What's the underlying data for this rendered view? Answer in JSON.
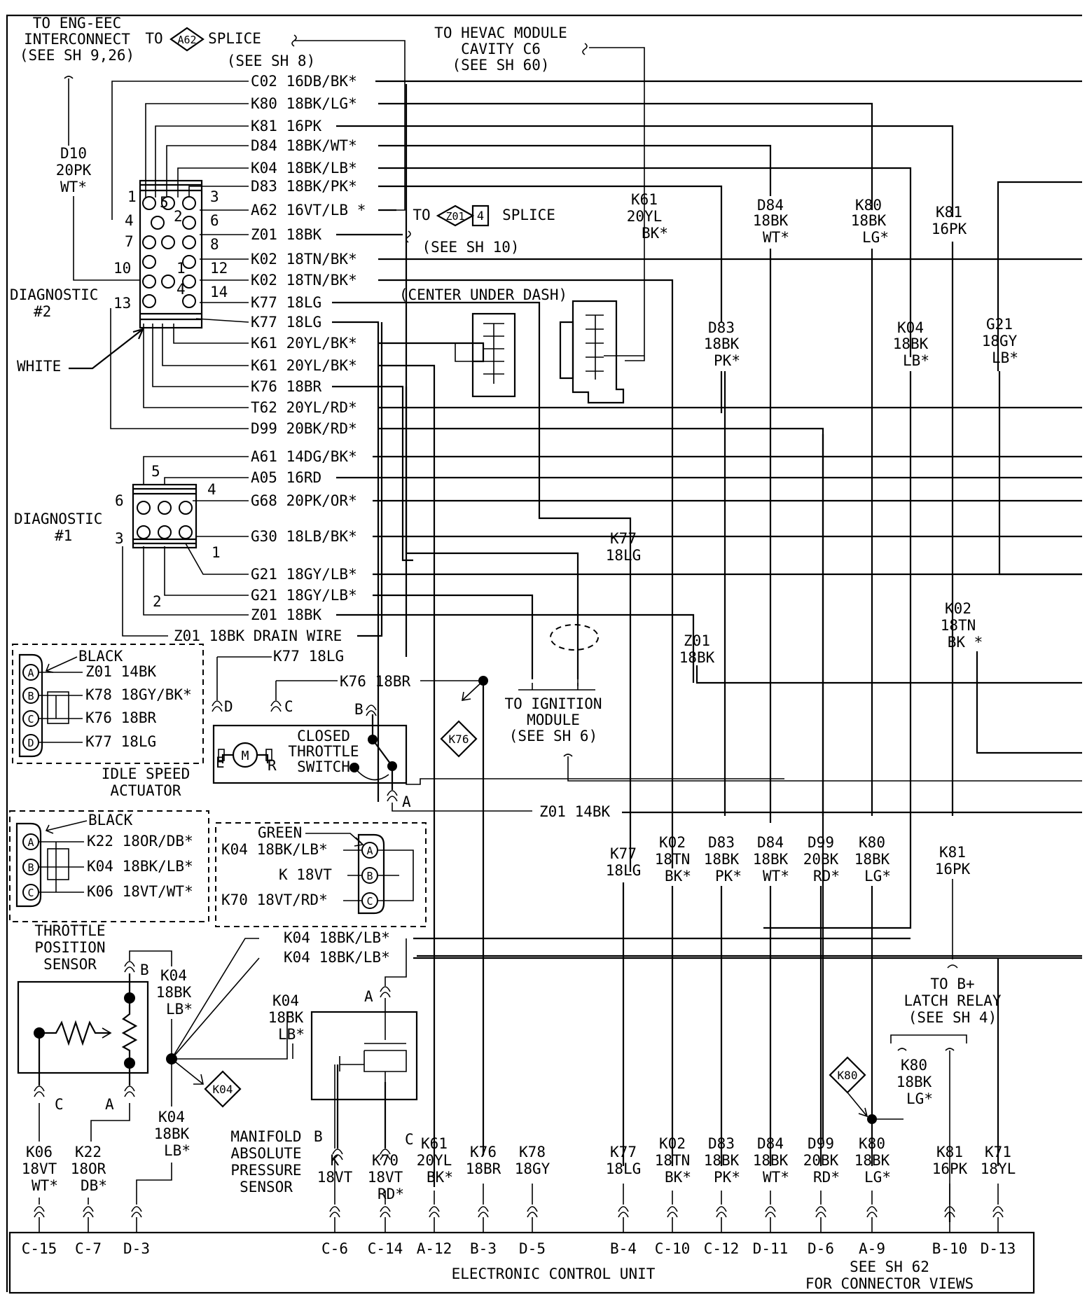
{
  "diagram": {
    "callouts": {
      "eng_eec": [
        "TO ENG-EEC",
        "INTERCONNECT",
        "(SEE SH 9,26)"
      ],
      "a62_to": "TO",
      "a62_id": "A62",
      "a62_splice": "SPLICE",
      "a62_see": "(SEE SH 8)",
      "hevac": [
        "TO HEVAC MODULE",
        "CAVITY C6",
        "(SEE SH 60)"
      ],
      "z01_to": "TO",
      "z01_id": "Z01",
      "z01_num": "4",
      "z01_splice": "SPLICE",
      "z01_see": "(SEE SH 10)",
      "center_dash": "(CENTER UNDER DASH)",
      "ignition": [
        "TO IGNITION",
        "MODULE",
        "(SEE SH 6)"
      ],
      "latch": [
        "TO B+",
        "LATCH RELAY",
        "(SEE SH 4)"
      ]
    },
    "diag2": {
      "title": "DIAGNOSTIC",
      "num": "#2",
      "white": "WHITE",
      "pins": [
        "1",
        "2",
        "3",
        "4",
        "5",
        "6",
        "7",
        "8",
        "10",
        "1",
        "12",
        "13",
        "4",
        "14"
      ]
    },
    "diag1": {
      "title": "DIAGNOSTIC",
      "num": "#1",
      "pins": [
        "5",
        "4",
        "6",
        "3",
        "1",
        "2"
      ]
    },
    "d10_label": [
      "D10",
      "20PK",
      "WT*"
    ],
    "wires2": [
      "C02 16DB/BK*",
      "K80 18BK/LG*",
      "K81 16PK",
      "D84 18BK/WT*",
      "K04 18BK/LB*",
      "D83 18BK/PK*",
      "A62 16VT/LB *",
      "Z01 18BK",
      "K02 18TN/BK*",
      "K02 18TN/BK*",
      "K77 18LG",
      "K77 18LG",
      "K61 20YL/BK*",
      "K61 20YL/BK*",
      "K76 18BR",
      "T62 20YL/RD*",
      "D99 20BK/RD*"
    ],
    "wires1": [
      "A61 14DG/BK*",
      "A05 16RD",
      "G68 20PK/OR*",
      "G30 18LB/BK*",
      "G21 18GY/LB*",
      "G21 18GY/LB*",
      "Z01 18BK"
    ],
    "drain": "Z01 18BK DRAIN WIRE",
    "vlabels": [
      [
        "K61",
        "20YL",
        "BK*"
      ],
      [
        "D84",
        "18BK",
        "WT*"
      ],
      [
        "K80",
        "18BK",
        "LG*"
      ],
      [
        "K81",
        "16PK"
      ],
      [
        "D83",
        "18BK",
        "PK*"
      ],
      [
        "K04",
        "18BK",
        "LB*"
      ],
      [
        "G21",
        "18GY",
        "LB*"
      ],
      [
        "K77",
        "18LG"
      ],
      [
        "K02",
        "18TN",
        "BK *"
      ],
      [
        "Z01",
        "18BK"
      ]
    ],
    "isa": {
      "black": "BLACK",
      "pins": [
        "A",
        "B",
        "C",
        "D"
      ],
      "wires": [
        "Z01 14BK",
        "K78 18GY/BK*",
        "K76 18BR",
        "K77 18LG"
      ],
      "title": [
        "IDLE SPEED",
        "ACTUATOR"
      ],
      "k77": "K77 18LG",
      "k76": "K76 18BR",
      "D": "D",
      "C": "C",
      "B": "B",
      "A": "A",
      "E": "E",
      "R": "R",
      "motor": "M",
      "switch": [
        "CLOSED",
        "THROTTLE",
        "SWITCH"
      ],
      "z01": "Z01 14BK",
      "k76_tag": "K76"
    },
    "tps": {
      "black": "BLACK",
      "pins": [
        "A",
        "B",
        "C"
      ],
      "wires": [
        "K22 18OR/DB*",
        "K04 18BK/LB*",
        "K06 18VT/WT*"
      ],
      "title": [
        "THROTTLE",
        "POSITION",
        "SENSOR"
      ],
      "B": "B",
      "A": "A",
      "C": "C",
      "k04": [
        "K04",
        "18BK",
        "LB*"
      ],
      "k04_lower": [
        "K04",
        "18BK",
        "LB*"
      ],
      "k04_tag": "K04"
    },
    "map": {
      "green": "GREEN",
      "pins": [
        "A",
        "B",
        "C"
      ],
      "wires": [
        "K04 18BK/LB*",
        "K 18VT",
        "K70 18VT/RD*"
      ],
      "k04a": "K04 18BK/LB*",
      "k04b": "K04 18BK/LB*",
      "k04v": [
        "K04",
        "18BK",
        "LB*"
      ],
      "A": "A",
      "B": "B",
      "C": "C",
      "title": [
        "MANIFOLD",
        "ABSOLUTE",
        "PRESSURE",
        "SENSOR"
      ]
    },
    "mid_labels": [
      [
        "K77",
        "18LG"
      ],
      [
        "K02",
        "18TN",
        "BK*"
      ],
      [
        "D83",
        "18BK",
        "PK*"
      ],
      [
        "D84",
        "18BK",
        "WT*"
      ],
      [
        "D99",
        "20BK",
        "RD*"
      ],
      [
        "K80",
        "18BK",
        "LG*"
      ],
      [
        "K81",
        "16PK"
      ]
    ],
    "k80_tag": "K80",
    "k80_lower": [
      "K80",
      "18BK",
      "LG*"
    ],
    "bottom_labels": [
      [
        "K06",
        "18VT",
        "WT*"
      ],
      [
        "K22",
        "18OR",
        "DB*"
      ],
      [
        "K",
        "18VT"
      ],
      [
        "K70",
        "18VT",
        "RD*"
      ],
      [
        "K61",
        "20YL",
        "BK*"
      ],
      [
        "K76",
        "18BR"
      ],
      [
        "K78",
        "18GY"
      ],
      [
        "K77",
        "18LG"
      ],
      [
        "K02",
        "18TN",
        "BK*"
      ],
      [
        "D83",
        "18BK",
        "PK*"
      ],
      [
        "D84",
        "18BK",
        "WT*"
      ],
      [
        "D99",
        "20BK",
        "RD*"
      ],
      [
        "K80",
        "18BK",
        "LG*"
      ],
      [
        "K81",
        "16PK"
      ],
      [
        "K71",
        "18YL"
      ]
    ],
    "ecu": {
      "pins": [
        "C-15",
        "C-7",
        "D-3",
        "C-6",
        "C-14",
        "A-12",
        "B-3",
        "D-5",
        "B-4",
        "C-10",
        "C-12",
        "D-11",
        "D-6",
        "A-9",
        "B-10",
        "D-13"
      ],
      "title": "ELECTRONIC CONTROL UNIT",
      "note": [
        "SEE SH 62",
        "FOR CONNECTOR VIEWS"
      ]
    }
  }
}
